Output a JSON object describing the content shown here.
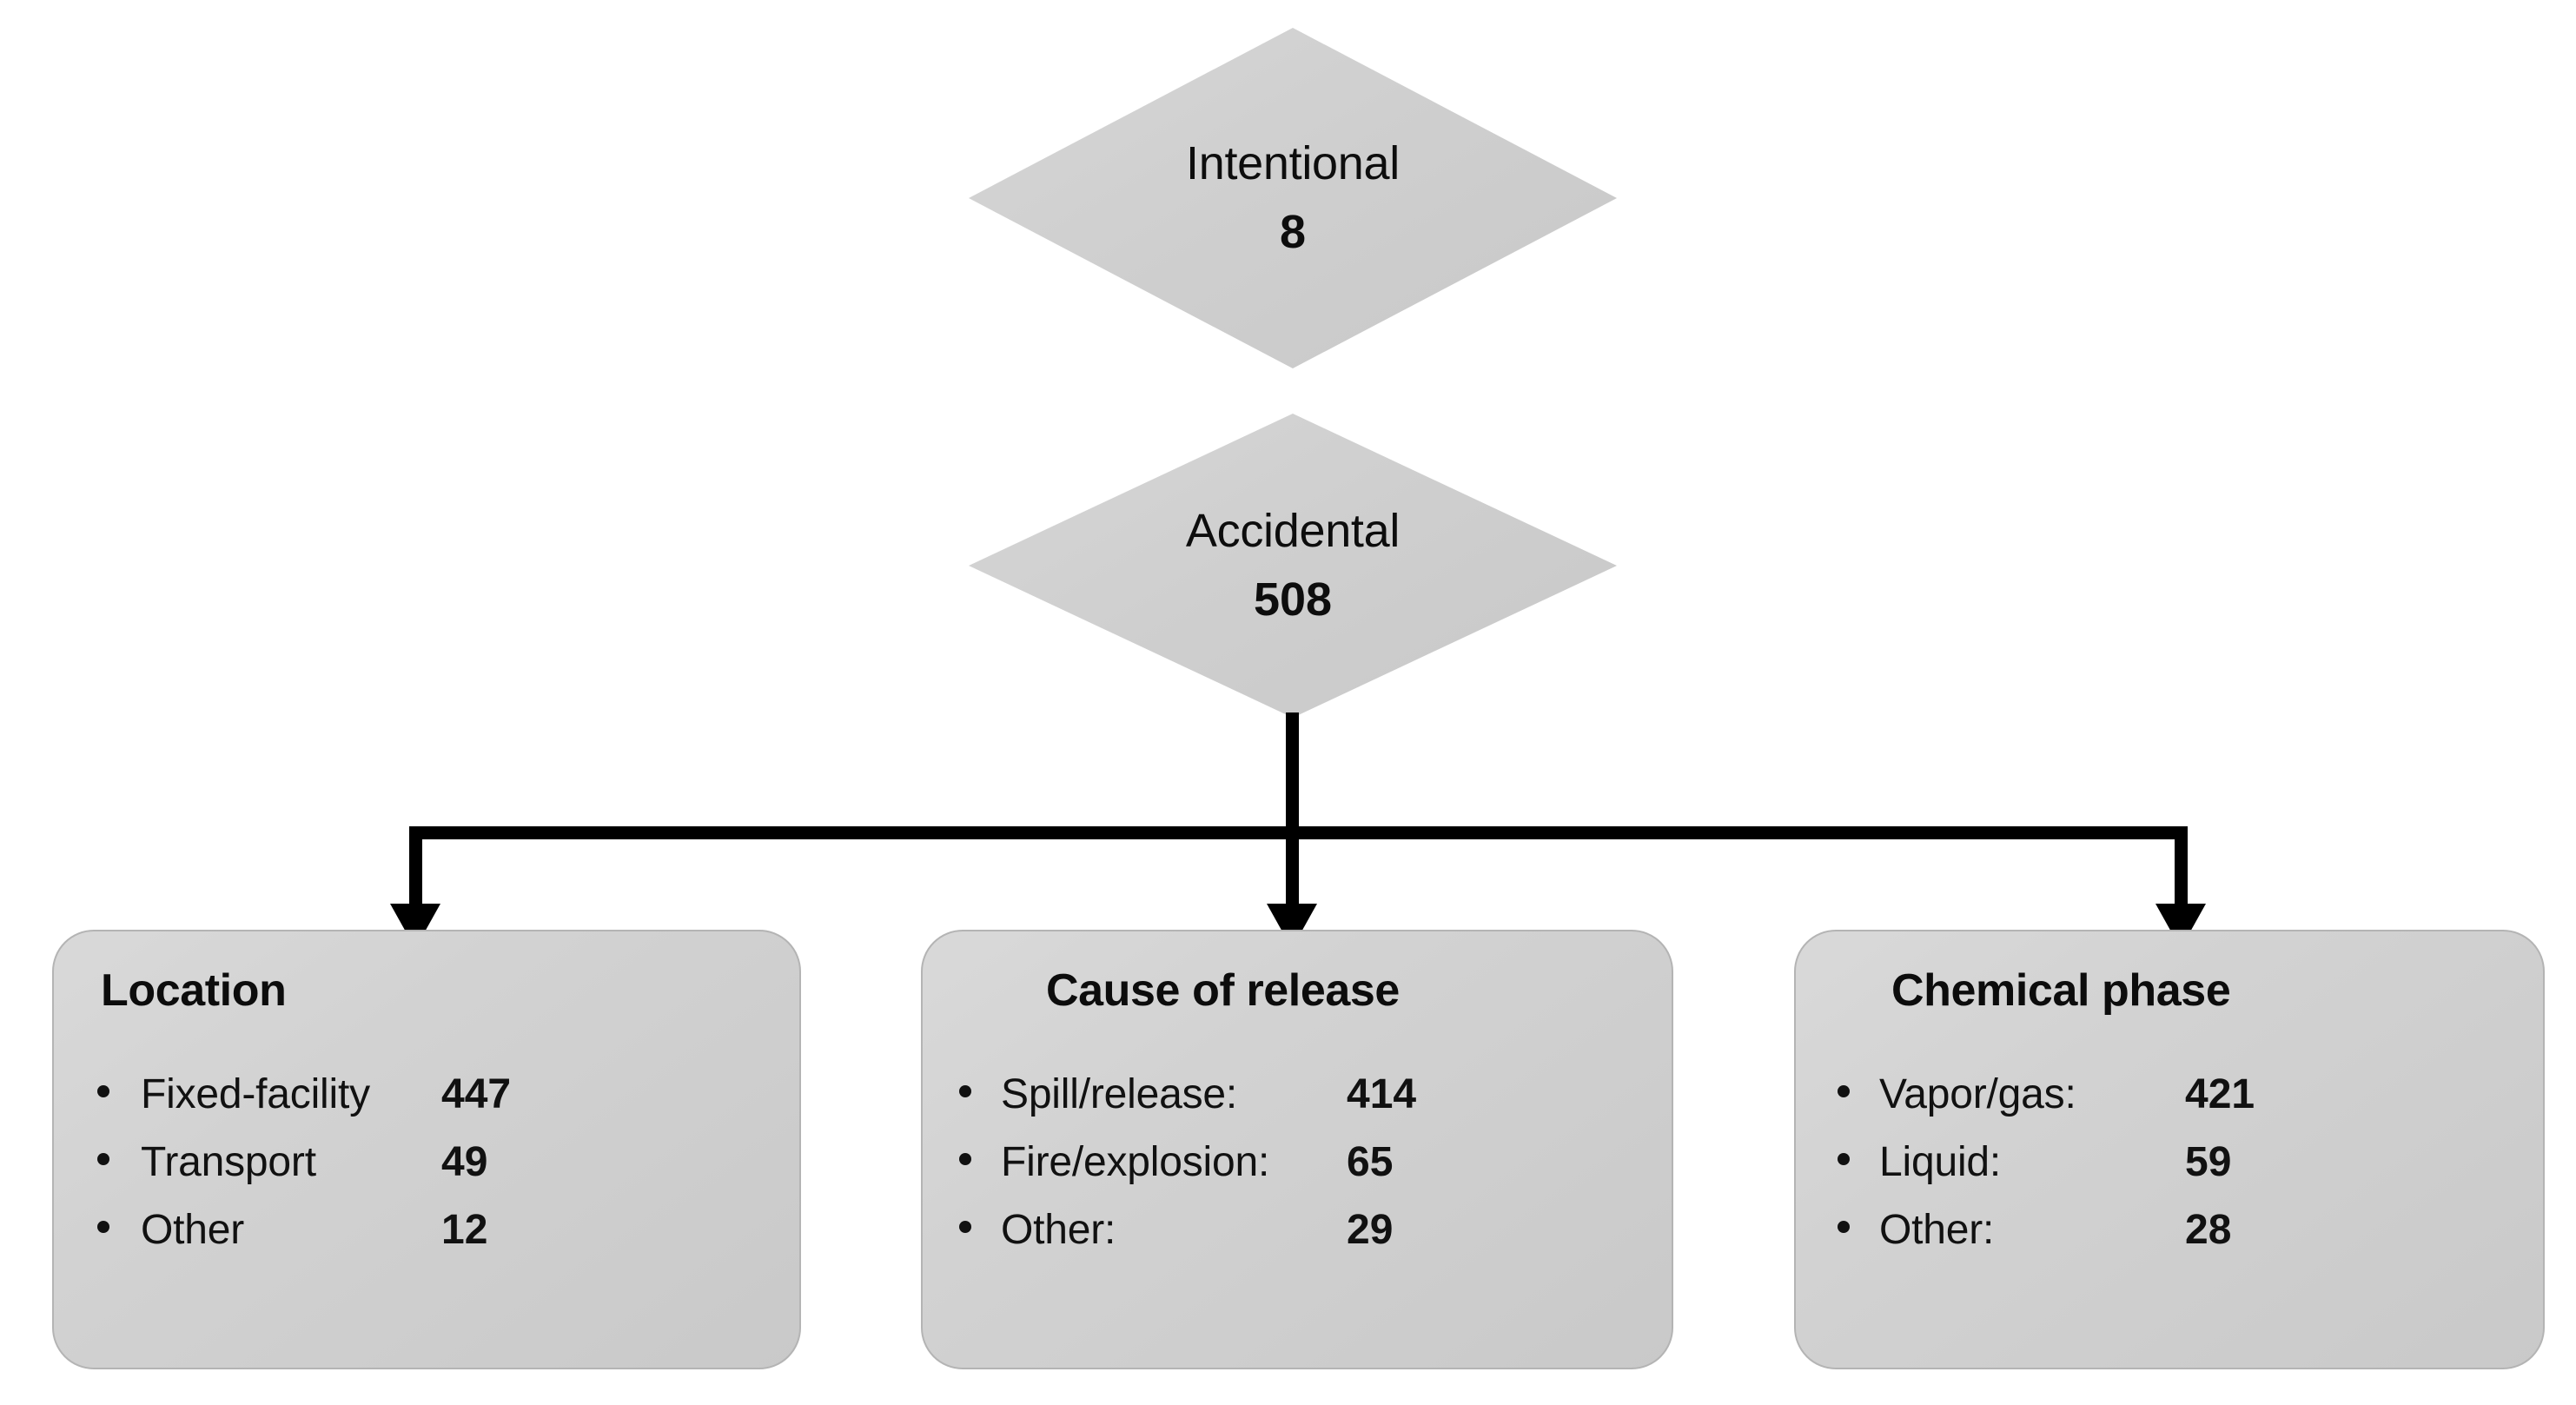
{
  "diagram": {
    "type": "flowchart",
    "nodes": {
      "intentional": {
        "label": "Intentional",
        "value": "8",
        "shape": "diamond"
      },
      "accidental": {
        "label": "Accidental",
        "value": "508",
        "shape": "diamond"
      }
    },
    "boxes": [
      {
        "id": "location",
        "title": "Location",
        "items": [
          {
            "label": "Fixed-facility",
            "value": "447"
          },
          {
            "label": "Transport",
            "value": "49"
          },
          {
            "label": "Other",
            "value": "12"
          }
        ]
      },
      {
        "id": "cause",
        "title": "Cause of release",
        "items": [
          {
            "label": "Spill/release:",
            "value": "414"
          },
          {
            "label": "Fire/explosion:",
            "value": "65"
          },
          {
            "label": "Other:",
            "value": "29"
          }
        ]
      },
      {
        "id": "phase",
        "title": "Chemical phase",
        "items": [
          {
            "label": "Vapor/gas:",
            "value": "421"
          },
          {
            "label": "Liquid:",
            "value": "59"
          },
          {
            "label": "Other:",
            "value": "28"
          }
        ]
      }
    ],
    "colors": {
      "node_fill": "#d2d2d2",
      "box_fill": "#d2d2d2",
      "box_border": "#b4b4b4",
      "connector": "#000000",
      "text": "#111111",
      "background": "#ffffff"
    }
  }
}
